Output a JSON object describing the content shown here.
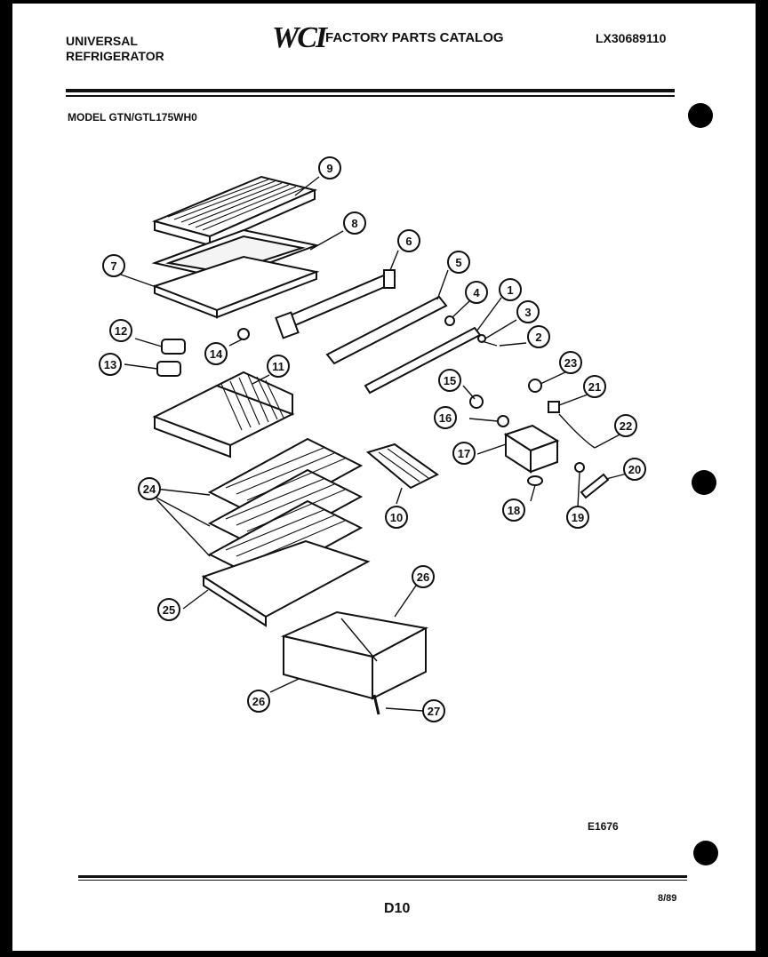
{
  "header": {
    "brand_line1": "UNIVERSAL",
    "brand_line2": "REFRIGERATOR",
    "logo_text": "WCI",
    "title": "FACTORY PARTS CATALOG",
    "catalog_number": "LX30689110",
    "model": "MODEL GTN/GTL175WH0"
  },
  "callouts": {
    "c1": "1",
    "c2": "2",
    "c3": "3",
    "c4": "4",
    "c5": "5",
    "c6": "6",
    "c7": "7",
    "c8": "8",
    "c9": "9",
    "c10": "10",
    "c11": "11",
    "c12": "12",
    "c13": "13",
    "c14": "14",
    "c15": "15",
    "c16": "16",
    "c17": "17",
    "c18": "18",
    "c19": "19",
    "c20": "20",
    "c21": "21",
    "c22": "22",
    "c23": "23",
    "c24": "24",
    "c25": "25",
    "c26": "26",
    "c27": "27"
  },
  "footer": {
    "diagram_code": "E1676",
    "page": "D10",
    "date": "8/89"
  }
}
